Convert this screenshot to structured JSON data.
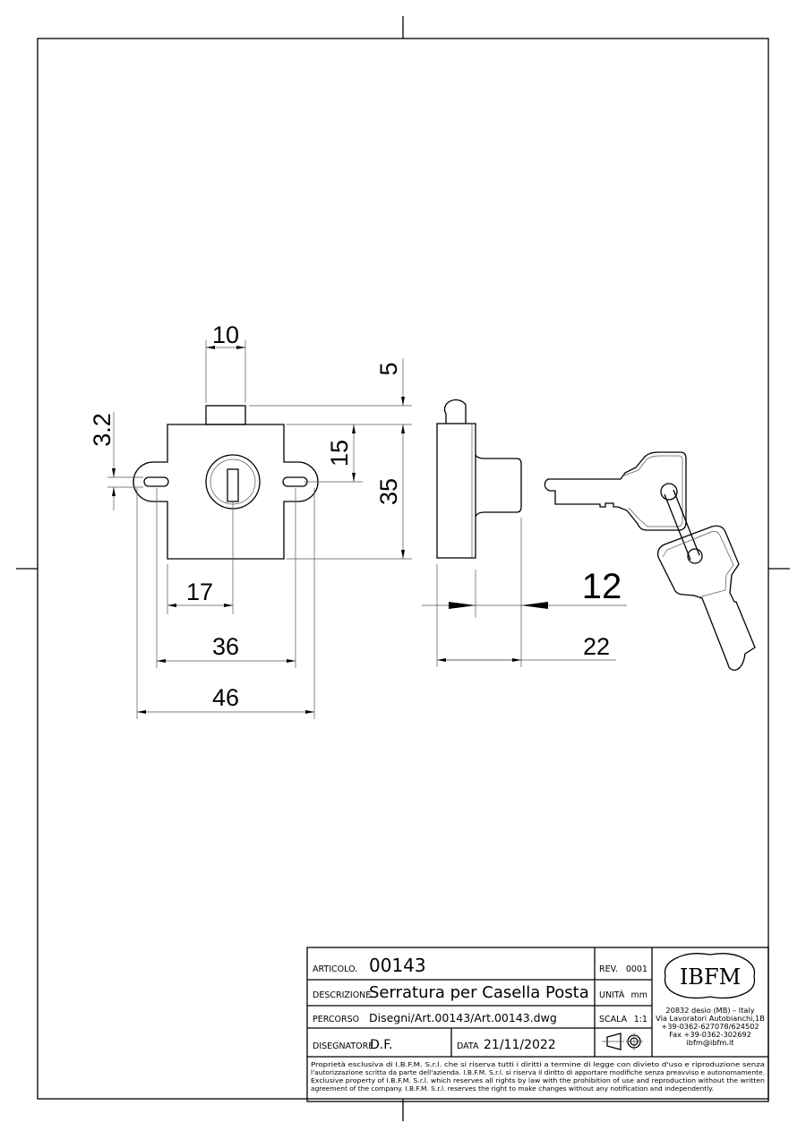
{
  "dimensions": {
    "stub_width": "10",
    "stub_height": "5",
    "slot_height": "3.2",
    "key_center_offset": "15",
    "body_height": "35",
    "key_center_x": "17",
    "hole_spacing": "36",
    "overall_width": "46",
    "cylinder_length": "12",
    "overall_depth": "22"
  },
  "title_block": {
    "articolo_label": "ARTICOLO.",
    "articolo_value": "00143",
    "rev_label": "REV.",
    "rev_value": "0001",
    "descrizione_label": "DESCRIZIONE",
    "descrizione_value": "Serratura per Casella Posta",
    "unita_label": "UNITÀ",
    "unita_value": "mm",
    "percorso_label": "PERCORSO",
    "percorso_value": "Disegni/Art.00143/Art.00143.dwg",
    "scala_label": "SCALA",
    "scala_value": "1:1",
    "disegnatore_label": "DISEGNATORE",
    "disegnatore_value": "D.F.",
    "data_label": "DATA",
    "data_value": "21/11/2022",
    "logo_text": "IBFM",
    "address": [
      "20832 desio (MB) – Italy",
      "Via Lavoratori Autobianchi,1B",
      "+39-0362-627078/624502",
      "Fax +39-0362-302692",
      "ibfm@ibfm.it"
    ],
    "legal": [
      "Proprietà esclusiva di I.B.F.M. S.r.l. che si riserva tutti i diritti a termine di legge con divieto d'uso e riproduzione senza",
      "l'autorizzazione scritta da parte dell'azienda. I.B.F.M. S.r.l. si riserva il diritto di apportare modifiche senza preavviso e autonomamente.",
      "Exclusive property of I.B.F.M. S.r.l. which reserves all rights by law with the prohibition of use and reproduction without the written",
      "agreement of the company. I.B.F.M. S.r.l. reserves the right to make changes without any notification and independently."
    ]
  }
}
